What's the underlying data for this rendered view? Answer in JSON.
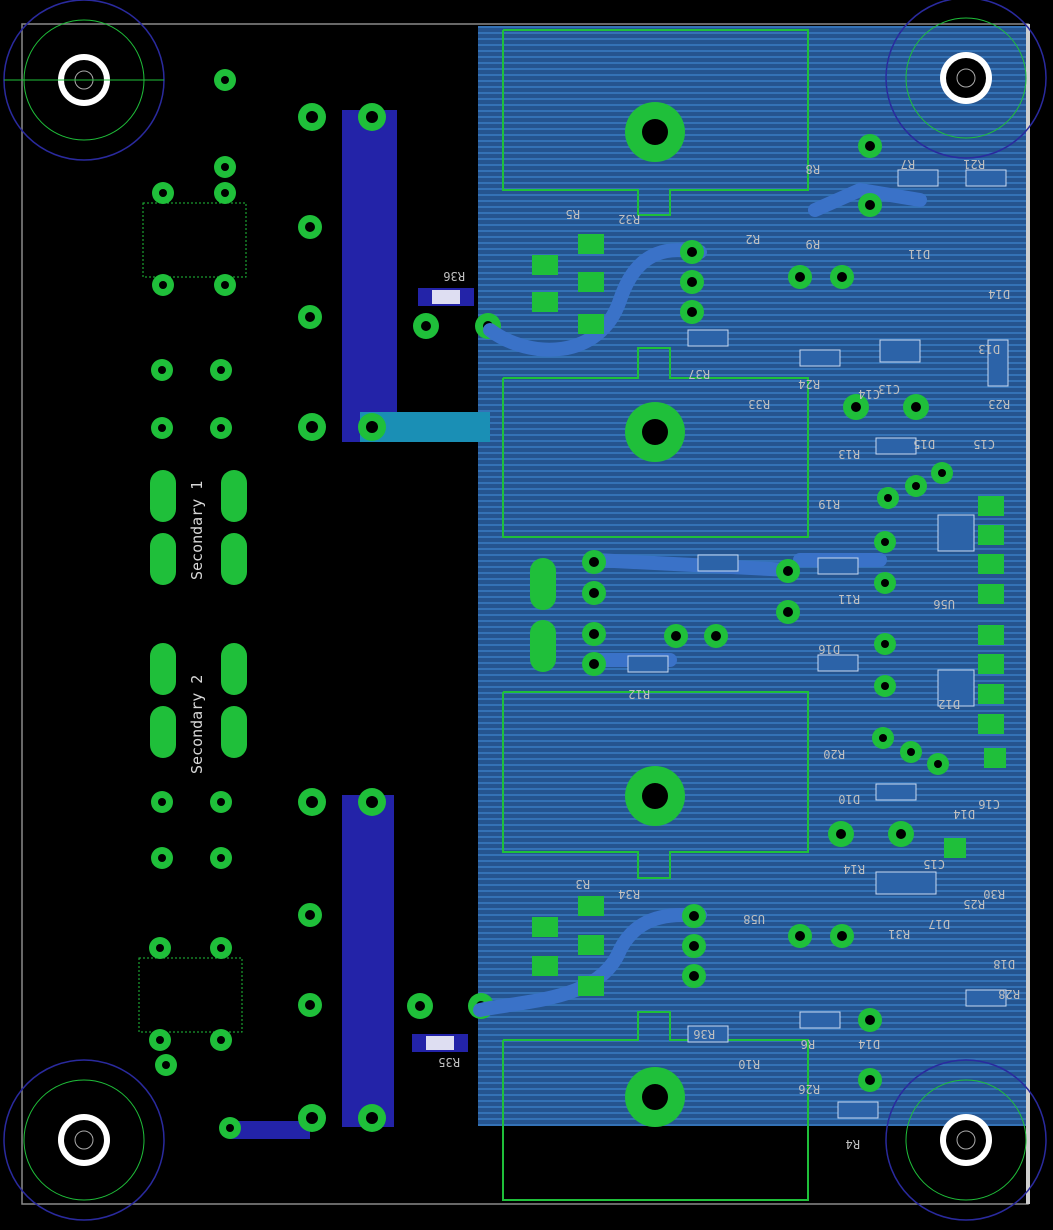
{
  "board": {
    "edge_color": "#cfcfcf",
    "background": "#000000",
    "copper_bottom": "#2f6bb8",
    "copper_top": "#1f1fa0",
    "pad_color": "#1fbf3a",
    "silk_color": "#d0d0d0"
  },
  "labels": {
    "secondary_1": "Secondary 1",
    "secondary_2": "Secondary 2",
    "r36": "R36",
    "r35": "R35"
  },
  "component_refs": [
    "R32",
    "R7",
    "R21",
    "R8",
    "R5",
    "R37",
    "R24",
    "R2",
    "R33",
    "R9",
    "D11",
    "D14",
    "D13",
    "D15",
    "C14",
    "C13",
    "C15",
    "R23",
    "R13",
    "R11",
    "R19",
    "U56",
    "D12",
    "D16",
    "R12",
    "R20",
    "U58",
    "D10",
    "D14",
    "R14",
    "R31",
    "C16",
    "C15",
    "R25",
    "R30",
    "D17",
    "R36",
    "R10",
    "R26",
    "R4",
    "R6",
    "R28",
    "D14",
    "R3",
    "R34",
    "D18"
  ]
}
